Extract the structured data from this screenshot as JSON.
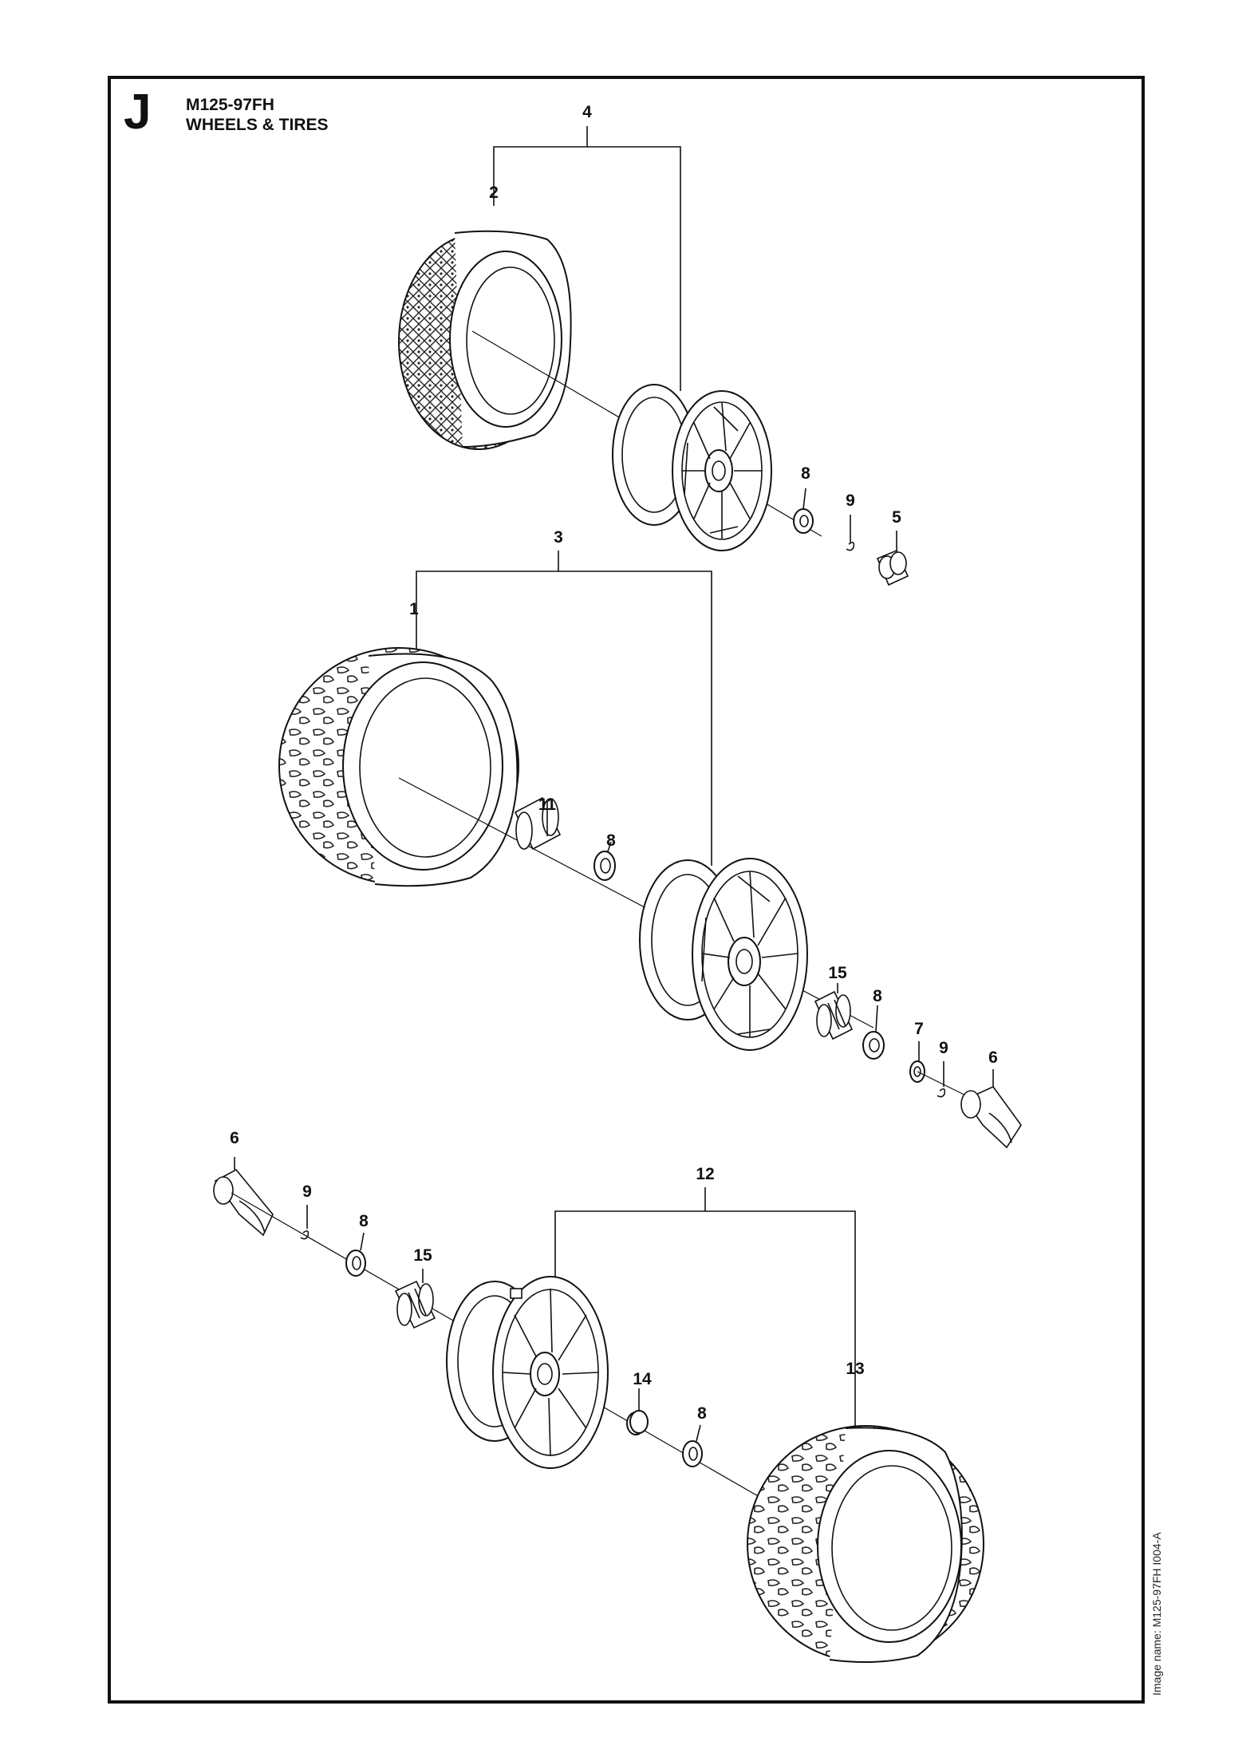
{
  "header": {
    "section_letter": "J",
    "model": "M125-97FH",
    "title": "WHEELS & TIRES"
  },
  "footer": {
    "image_name": "Image name: M125-97FH I004-A"
  },
  "callouts": {
    "c4": "4",
    "c2": "2",
    "c8a": "8",
    "c9a": "9",
    "c5": "5",
    "c3": "3",
    "c1": "1",
    "c11": "11",
    "c8b": "8",
    "c15a": "15",
    "c8c": "8",
    "c7": "7",
    "c9b": "9",
    "c6a": "6",
    "c6b": "6",
    "c9c": "9",
    "c8d": "8",
    "c15b": "15",
    "c12": "12",
    "c14": "14",
    "c8e": "8",
    "c13": "13"
  }
}
